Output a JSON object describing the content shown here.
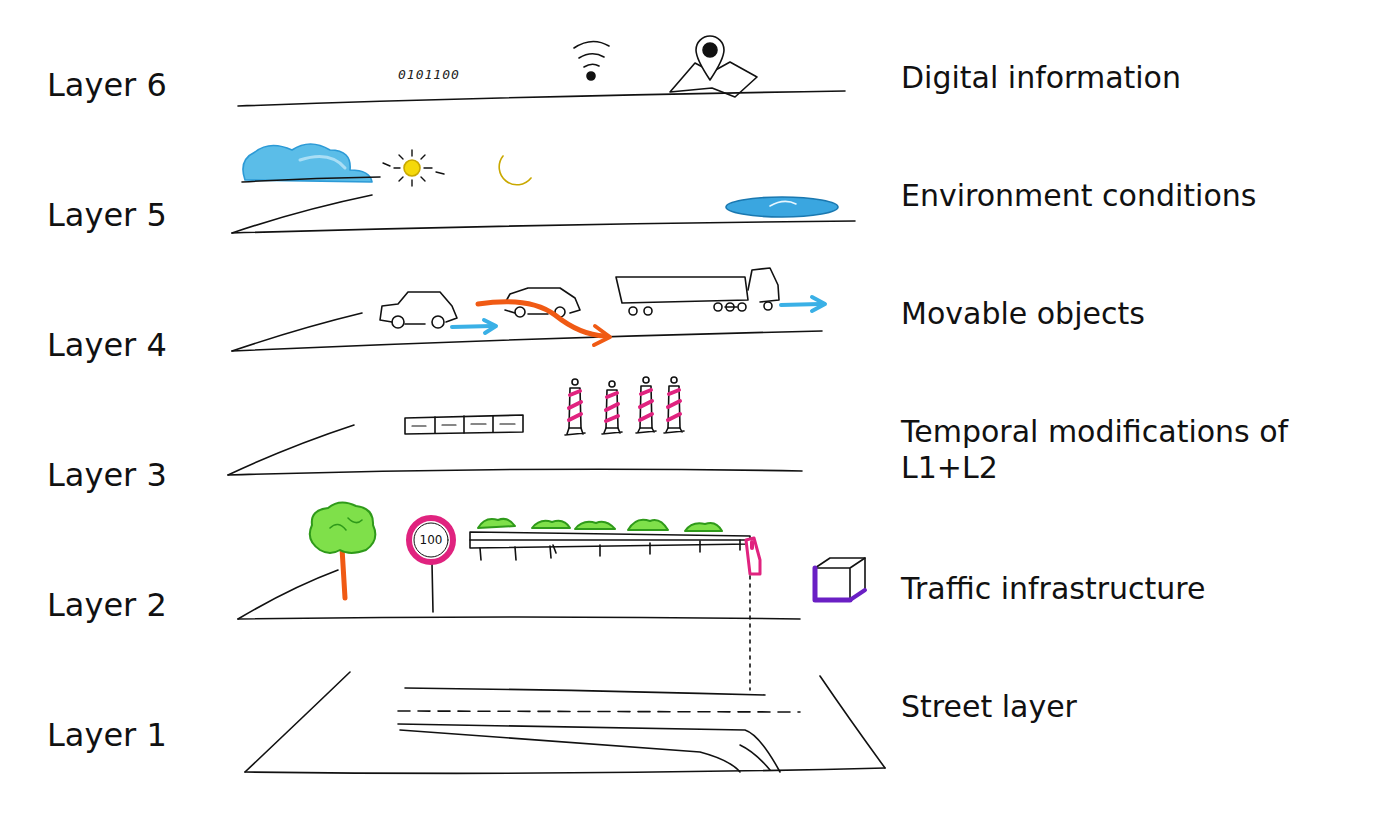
{
  "diagram": {
    "labels": [
      "Layer 6",
      "0101100",
      "Digital information",
      "Layer 5",
      "Environment conditions",
      "Layer 4",
      "Movable objects",
      "Layer 3",
      "Temporal modifications of L1+L2",
      "Layer 2",
      "100",
      "Traffic infrastructure",
      "Layer 1",
      "Street layer"
    ]
  }
}
